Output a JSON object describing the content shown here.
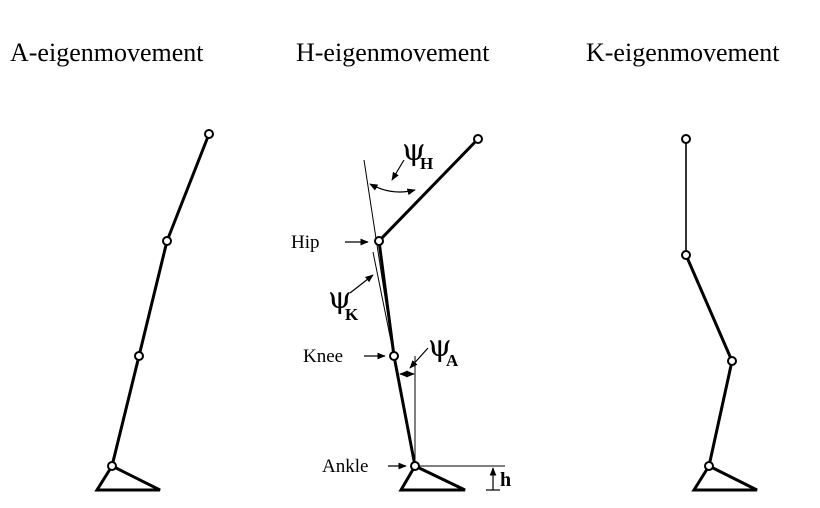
{
  "titles": {
    "a": "A-eigenmovement",
    "h": "H-eigenmovement",
    "k": "K-eigenmovement"
  },
  "labels": {
    "hip": "Hip",
    "knee": "Knee",
    "ankle": "Ankle",
    "psi_symbol": "ψ",
    "psi_h_sub": "H",
    "psi_k_sub": "K",
    "psi_a_sub": "A",
    "h": "h"
  },
  "colors": {
    "ink": "#000000",
    "background": "#ffffff"
  }
}
